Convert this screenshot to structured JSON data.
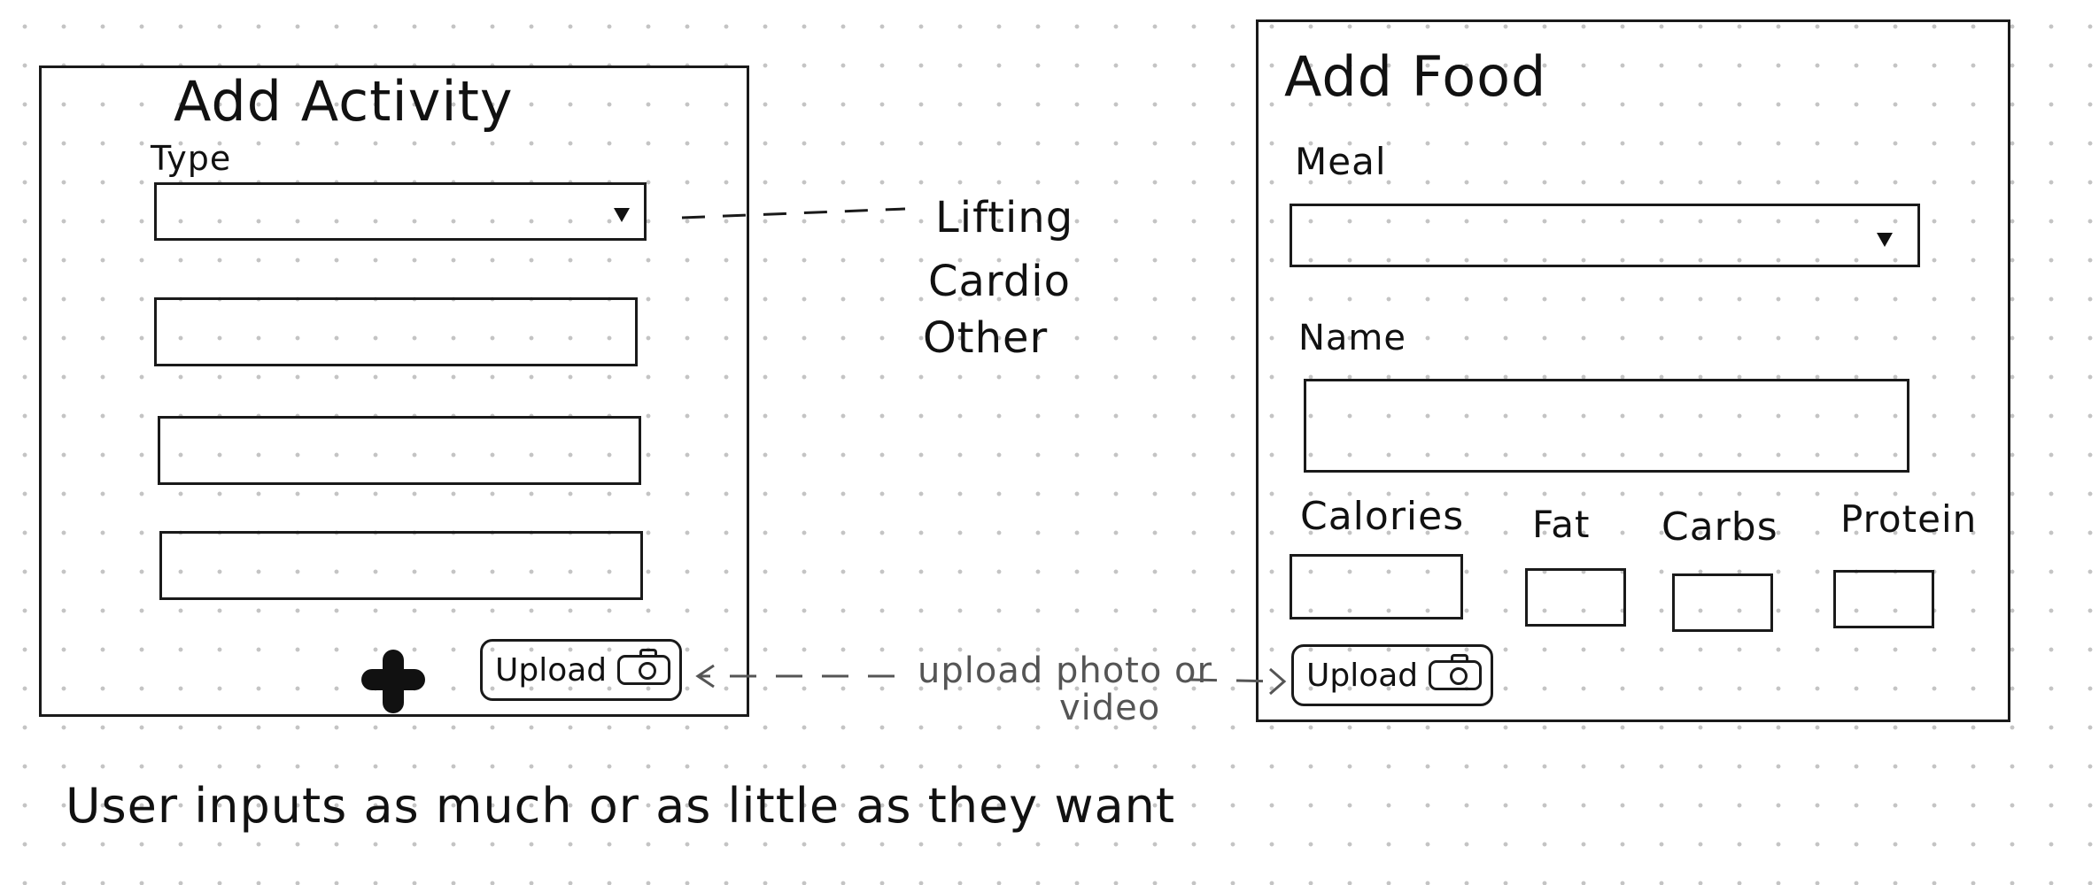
{
  "activity": {
    "title": "Add Activity",
    "type_label": "Type",
    "type_options": [
      "Lifting",
      "Cardio",
      "Other"
    ],
    "upload_label": "Upload"
  },
  "food": {
    "title": "Add Food",
    "meal_label": "Meal",
    "name_label": "Name",
    "nutrient_labels": [
      "Calories",
      "Fat",
      "Carbs",
      "Protein"
    ],
    "upload_label": "Upload"
  },
  "annotations": {
    "upload_note_line1": "upload photo or",
    "upload_note_line2": "video",
    "footer_note": "User inputs as much or as little as they want"
  },
  "icons": [
    "chevron-down-icon",
    "plus-icon",
    "camera-icon"
  ],
  "colors": {
    "ink": "#111111",
    "annotation": "#555555",
    "grid_dot": "#c4c4c4"
  }
}
